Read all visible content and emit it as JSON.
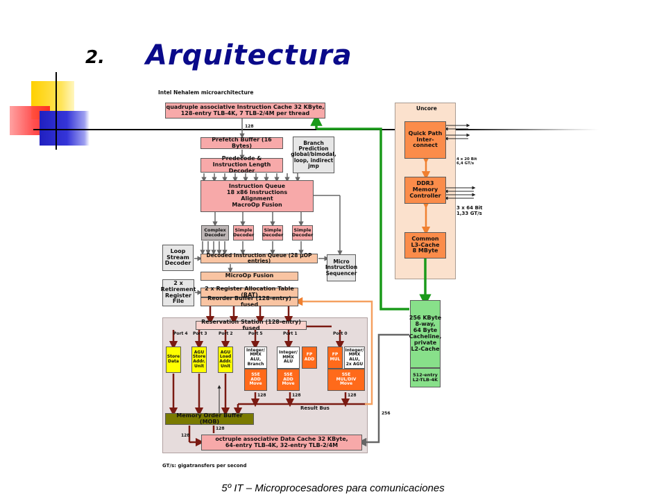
{
  "slide": {
    "number": "2.",
    "title": "Arquitectura",
    "footer": "5º IT – Microprocesadores para comunicaciones"
  },
  "diagram": {
    "title": "Intel Nehalem microarchitecture",
    "instruction_cache": "quadruple associative Instruction Cache 32 KByte,\n128-entry TLB-4K, 7 TLB-2/4M per thread",
    "bus_128_a": "128",
    "prefetch_buffer": "Prefetch Buffer (16 Bytes)",
    "branch_prediction": "Branch\nPrediction\nglobal/bimodal,\nloop, indirect\njmp",
    "predecode": "Predecode &\nInstruction Length Decoder",
    "instruction_queue": "Instruction Queue\n18 x86 Instructions\nAlignment\nMacroOp Fusion",
    "complex_decoder": "Complex\nDecoder",
    "simple_decoder_1": "Simple\nDecoder",
    "simple_decoder_2": "Simple\nDecoder",
    "simple_decoder_3": "Simple\nDecoder",
    "loop_stream_decoder": "Loop\nStream\nDecoder",
    "decoded_queue": "Decoded Instruction Queue (28 µOP entries)",
    "micro_sequencer": "Micro\nInstruction\nSequencer",
    "microop_fusion": "MicroOp Fusion",
    "retirement_file": "2 x\nRetirement\nRegister\nFile",
    "rat": "2 x Register Allocation Table (RAT)",
    "reorder_buffer": "Reorder Buffer (128-entry) fused",
    "reservation_station": "Reservation Station (128-entry) fused",
    "ports": [
      "Port 4",
      "Port 3",
      "Port 2",
      "Port 5",
      "Port 1",
      "Port 0"
    ],
    "store_data": "Store\nData",
    "agu_store": "AGU\nStore\nAddr.\nUnit",
    "agu_load": "AGU\nLoad\nAddr.\nUnit",
    "int_p5": "Integer/\nMMX ALU,\nBranch",
    "int_p1": "Integer/\nMMX\nALU",
    "fp_add": "FP\nADD",
    "fp_mul": "FP\nMUL",
    "int_p0": "Integer/\nMMX ALU,\n2x AGU",
    "sse_p5": "SSE\nADD\nMove",
    "sse_p1": "SSE\nADD\nMove",
    "sse_p0": "SSE\nMUL/DIV\nMove",
    "bus_128_b": "128",
    "bus_128_c": "128",
    "bus_128_d": "128",
    "result_bus": "Result Bus",
    "mob": "Memory Order Buffer (MOB)",
    "bus_128_e": "128",
    "bus_128_f": "128",
    "data_cache": "octruple associative Data Cache 32 KByte,\n64-entry TLB-4K, 32-entry TLB-2/4M",
    "bus_256": "256",
    "uncore": "Uncore",
    "qpi": "Quick Path\nInter-\nconnect",
    "qpi_rate": "4 x 20 Bit\n6,4 GT/s",
    "ddr3": "DDR3\nMemory\nController",
    "ddr3_rate": "3 x 64 Bit\n1,33 GT/s",
    "l3": "Common\nL3-Cache\n8 MByte",
    "l2": "256 KByte\n8-way,\n64 Byte\nCacheline,\nprivate\nL2-Cache",
    "l2_tlb": "512-entry\nL2-TLB-4K",
    "gt_note": "GT/s: gigatransfers per second"
  },
  "colors": {
    "title_blue": "#0a0a8a",
    "cache_pink": "#f7a9a9",
    "l2_green": "#88e08a",
    "uncore_orange": "#fb8c4a",
    "sse_orange": "#ff6a1a",
    "store_yellow": "#ffff00",
    "mob_olive": "#7a7a00",
    "bus_green": "#1a9a1a",
    "bus_brown": "#7a1a12",
    "bus_orange": "#f5a060"
  }
}
